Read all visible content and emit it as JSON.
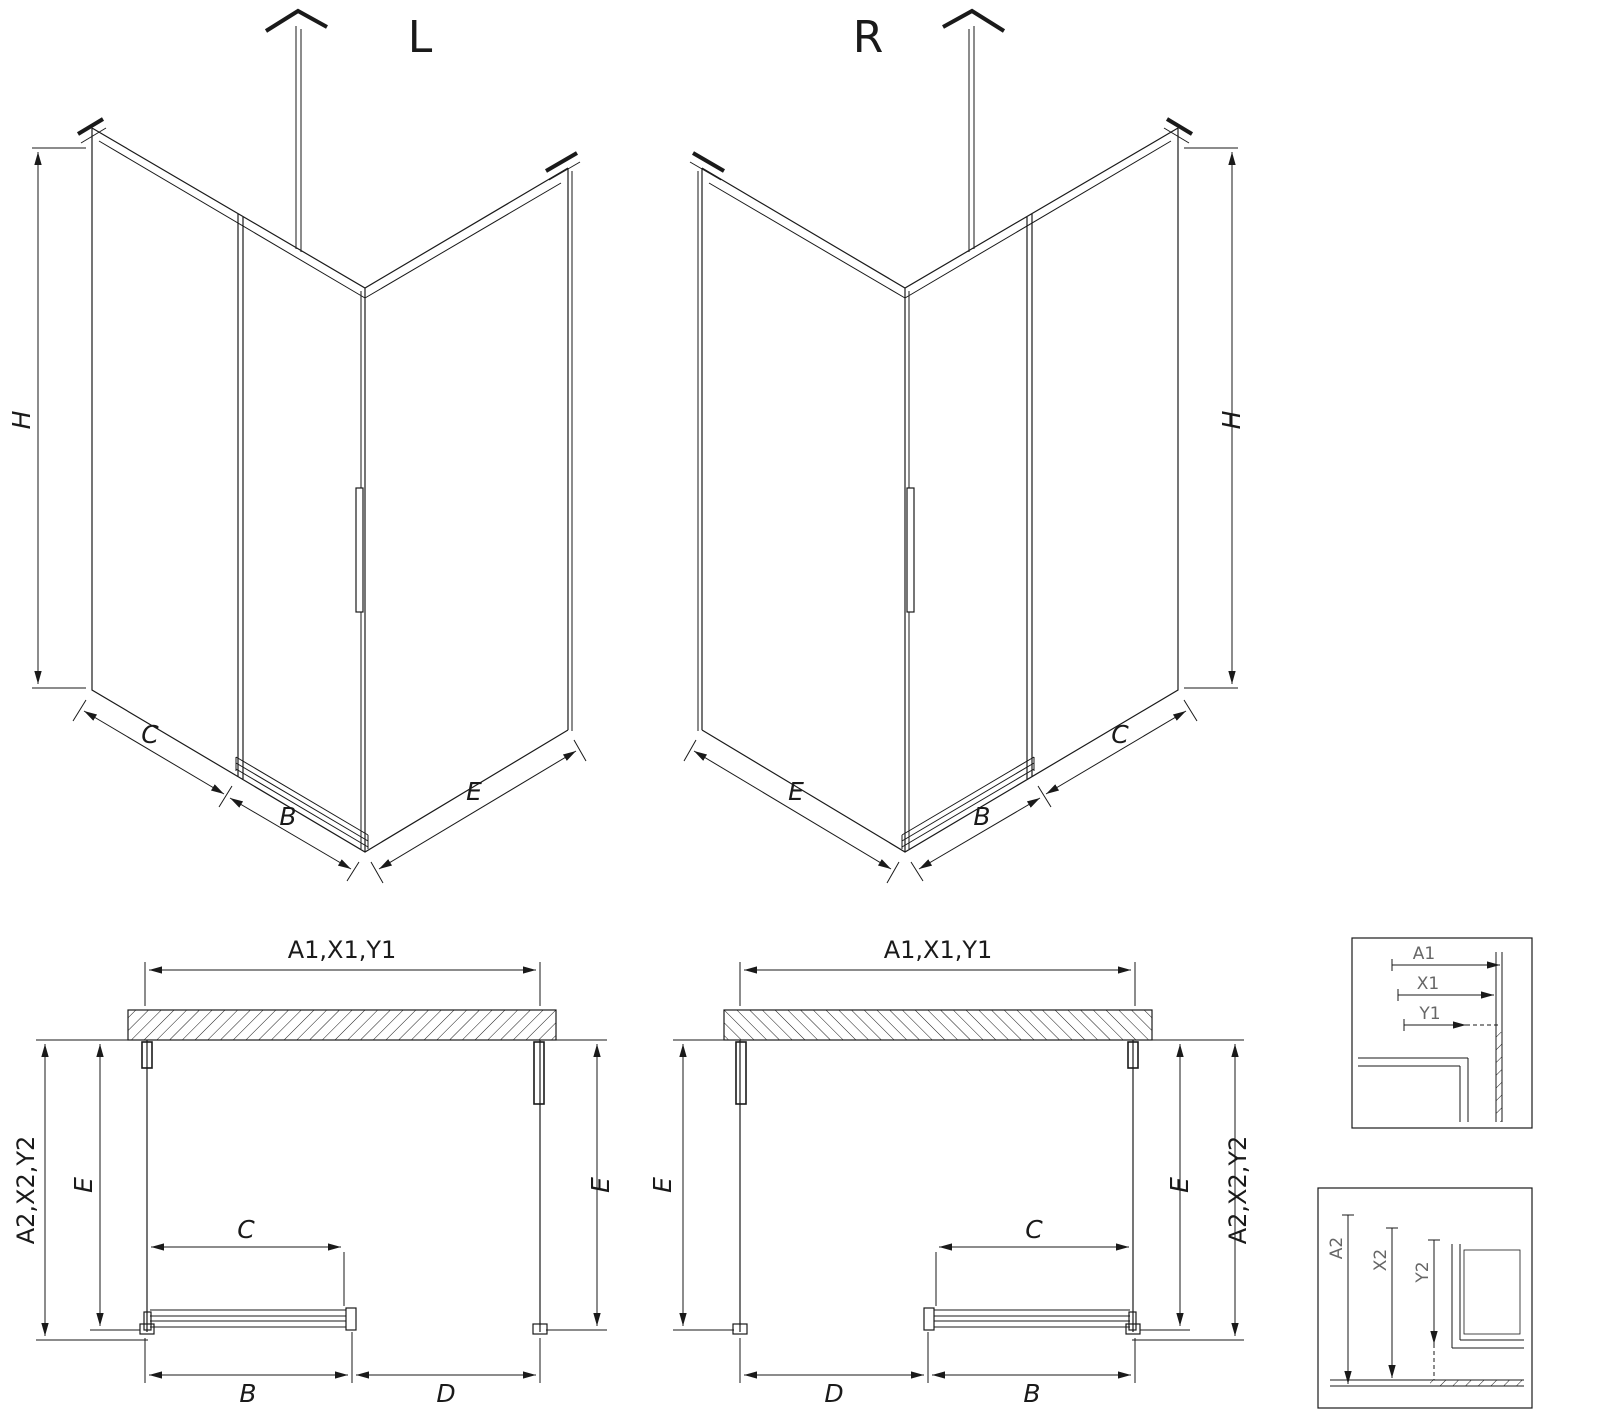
{
  "diagram": {
    "titles": {
      "left": "L",
      "right": "R"
    },
    "iso_left": {
      "h": "H",
      "c": "C",
      "b": "B",
      "e": "E"
    },
    "iso_right": {
      "h": "H",
      "c": "C",
      "b": "B",
      "e": "E"
    },
    "plan_left": {
      "top": "A1,X1,Y1",
      "side": "A2,X2,Y2",
      "e_left": "E",
      "e_right": "E",
      "c": "C",
      "b": "B",
      "d": "D"
    },
    "plan_right": {
      "top": "A1,X1,Y1",
      "side": "A2,X2,Y2",
      "e_left": "E",
      "e_right": "E",
      "c": "C",
      "b": "B",
      "d": "D"
    },
    "detail_top": {
      "a1": "A1",
      "x1": "X1",
      "y1": "Y1"
    },
    "detail_bottom": {
      "a2": "A2",
      "x2": "X2",
      "y2": "Y2"
    }
  },
  "colors": {
    "line": "#1a1a1a",
    "detail_label": "#666666",
    "background": "#ffffff"
  }
}
